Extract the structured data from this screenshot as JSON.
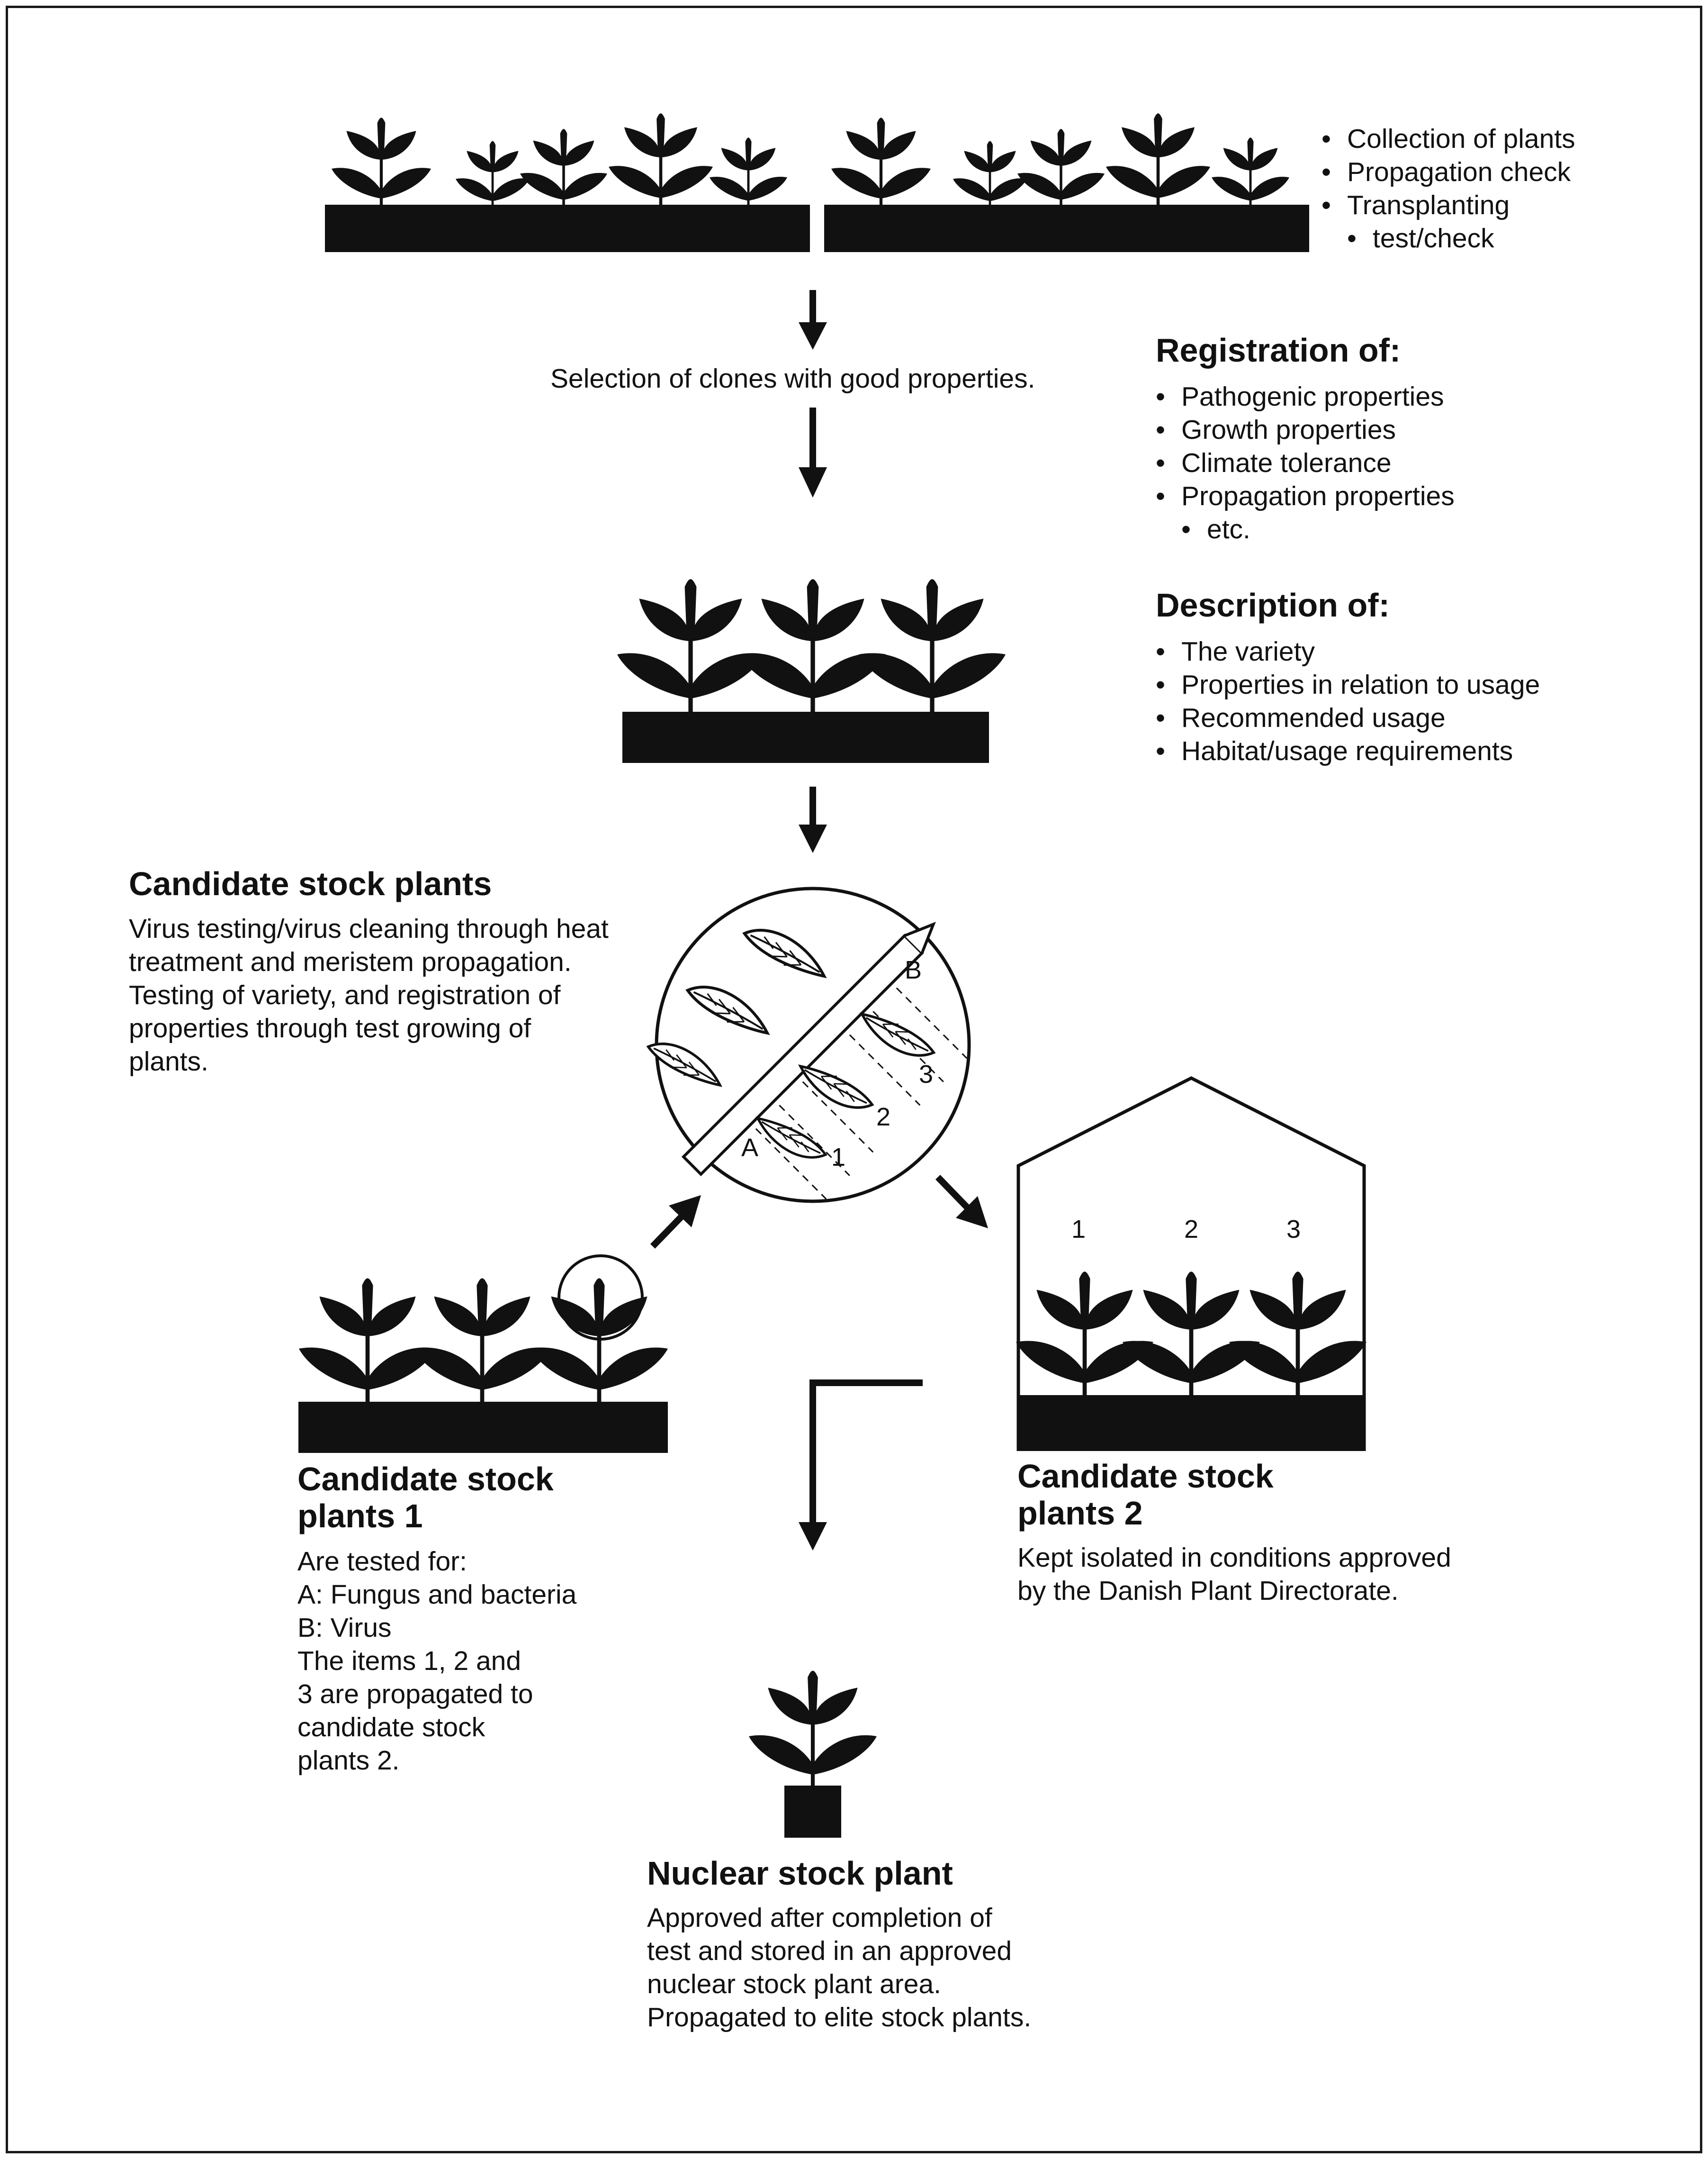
{
  "top_checks": [
    "Collection of plants",
    "Propagation check",
    "Transplanting",
    "test/check"
  ],
  "selection_text": "Selection of clones with good properties.",
  "registration": {
    "heading": "Registration of:",
    "items": [
      "Pathogenic properties",
      "Growth properties",
      "Climate tolerance",
      "Propagation properties",
      "etc."
    ]
  },
  "description": {
    "heading": "Description of:",
    "items": [
      "The variety",
      "Properties in relation to usage",
      "Recommended usage",
      "Habitat/usage requirements"
    ]
  },
  "candidate": {
    "heading": "Candidate stock plants",
    "lines": [
      "Virus testing/virus cleaning through heat",
      "treatment and meristem propagation.",
      "Testing of variety, and registration of",
      "properties through test growing of",
      "plants."
    ]
  },
  "circle_labels": {
    "a": "A",
    "b": "B",
    "one": "1",
    "two": "2",
    "three": "3"
  },
  "greenhouse_labels": {
    "one": "1",
    "two": "2",
    "three": "3"
  },
  "candidate1": {
    "heading_line1": "Candidate stock",
    "heading_line2": "plants 1",
    "lines": [
      "Are tested for:",
      "A: Fungus and bacteria",
      "B: Virus",
      "The items 1, 2 and",
      "3 are propagated to",
      "candidate stock",
      "plants 2."
    ]
  },
  "candidate2": {
    "heading_line1": "Candidate stock",
    "heading_line2": "plants 2",
    "lines": [
      "Kept isolated in conditions approved",
      "by the Danish Plant Directorate."
    ]
  },
  "nuclear": {
    "heading": "Nuclear stock plant",
    "lines": [
      "Approved after completion of",
      "test and stored in an approved",
      "nuclear stock plant area.",
      "Propagated to elite stock plants."
    ]
  }
}
